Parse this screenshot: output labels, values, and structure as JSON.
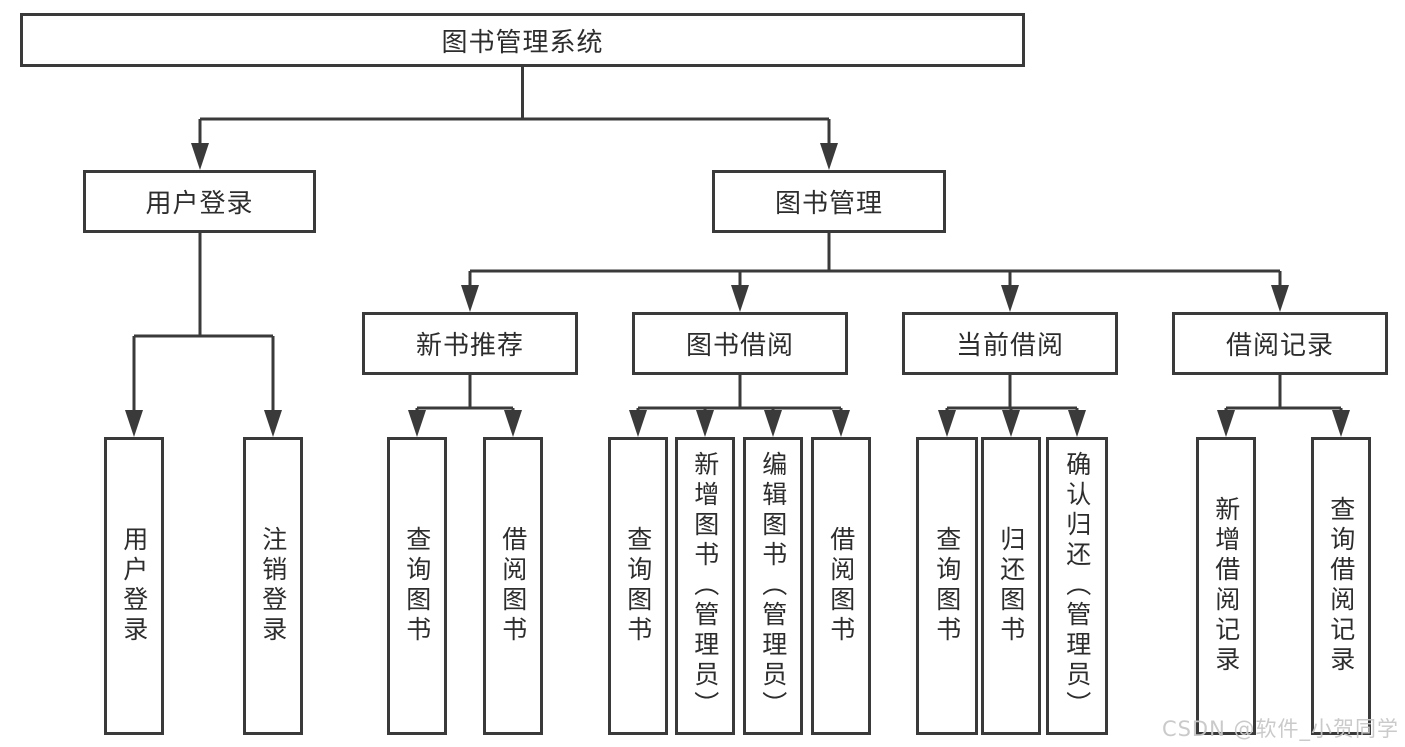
{
  "nodes": {
    "root": "图书管理系统",
    "level2": [
      "用户登录",
      "图书管理"
    ],
    "level3": [
      "新书推荐",
      "图书借阅",
      "当前借阅",
      "借阅记录"
    ],
    "leaves_user_login": [
      "用户登录",
      "注销登录"
    ],
    "leaves_new_book": [
      "查询图书",
      "借阅图书"
    ],
    "leaves_book_borrowing": [
      "查询图书",
      "新增图书（管理员）",
      "编辑图书（管理员）",
      "借阅图书"
    ],
    "leaves_current_borrowing": [
      "查询图书",
      "归还图书",
      "确认归还（管理员）"
    ],
    "leaves_borrowing_records": [
      "新增借阅记录",
      "查询借阅记录"
    ]
  },
  "watermark": {
    "text": "CSDN @软件_小贺同学"
  },
  "colors": {
    "line": "#3a3a3a",
    "box_border": "#3a3a3a",
    "text": "#2d2d2d",
    "watermark": "#c8c8c8",
    "background": "#ffffff"
  }
}
